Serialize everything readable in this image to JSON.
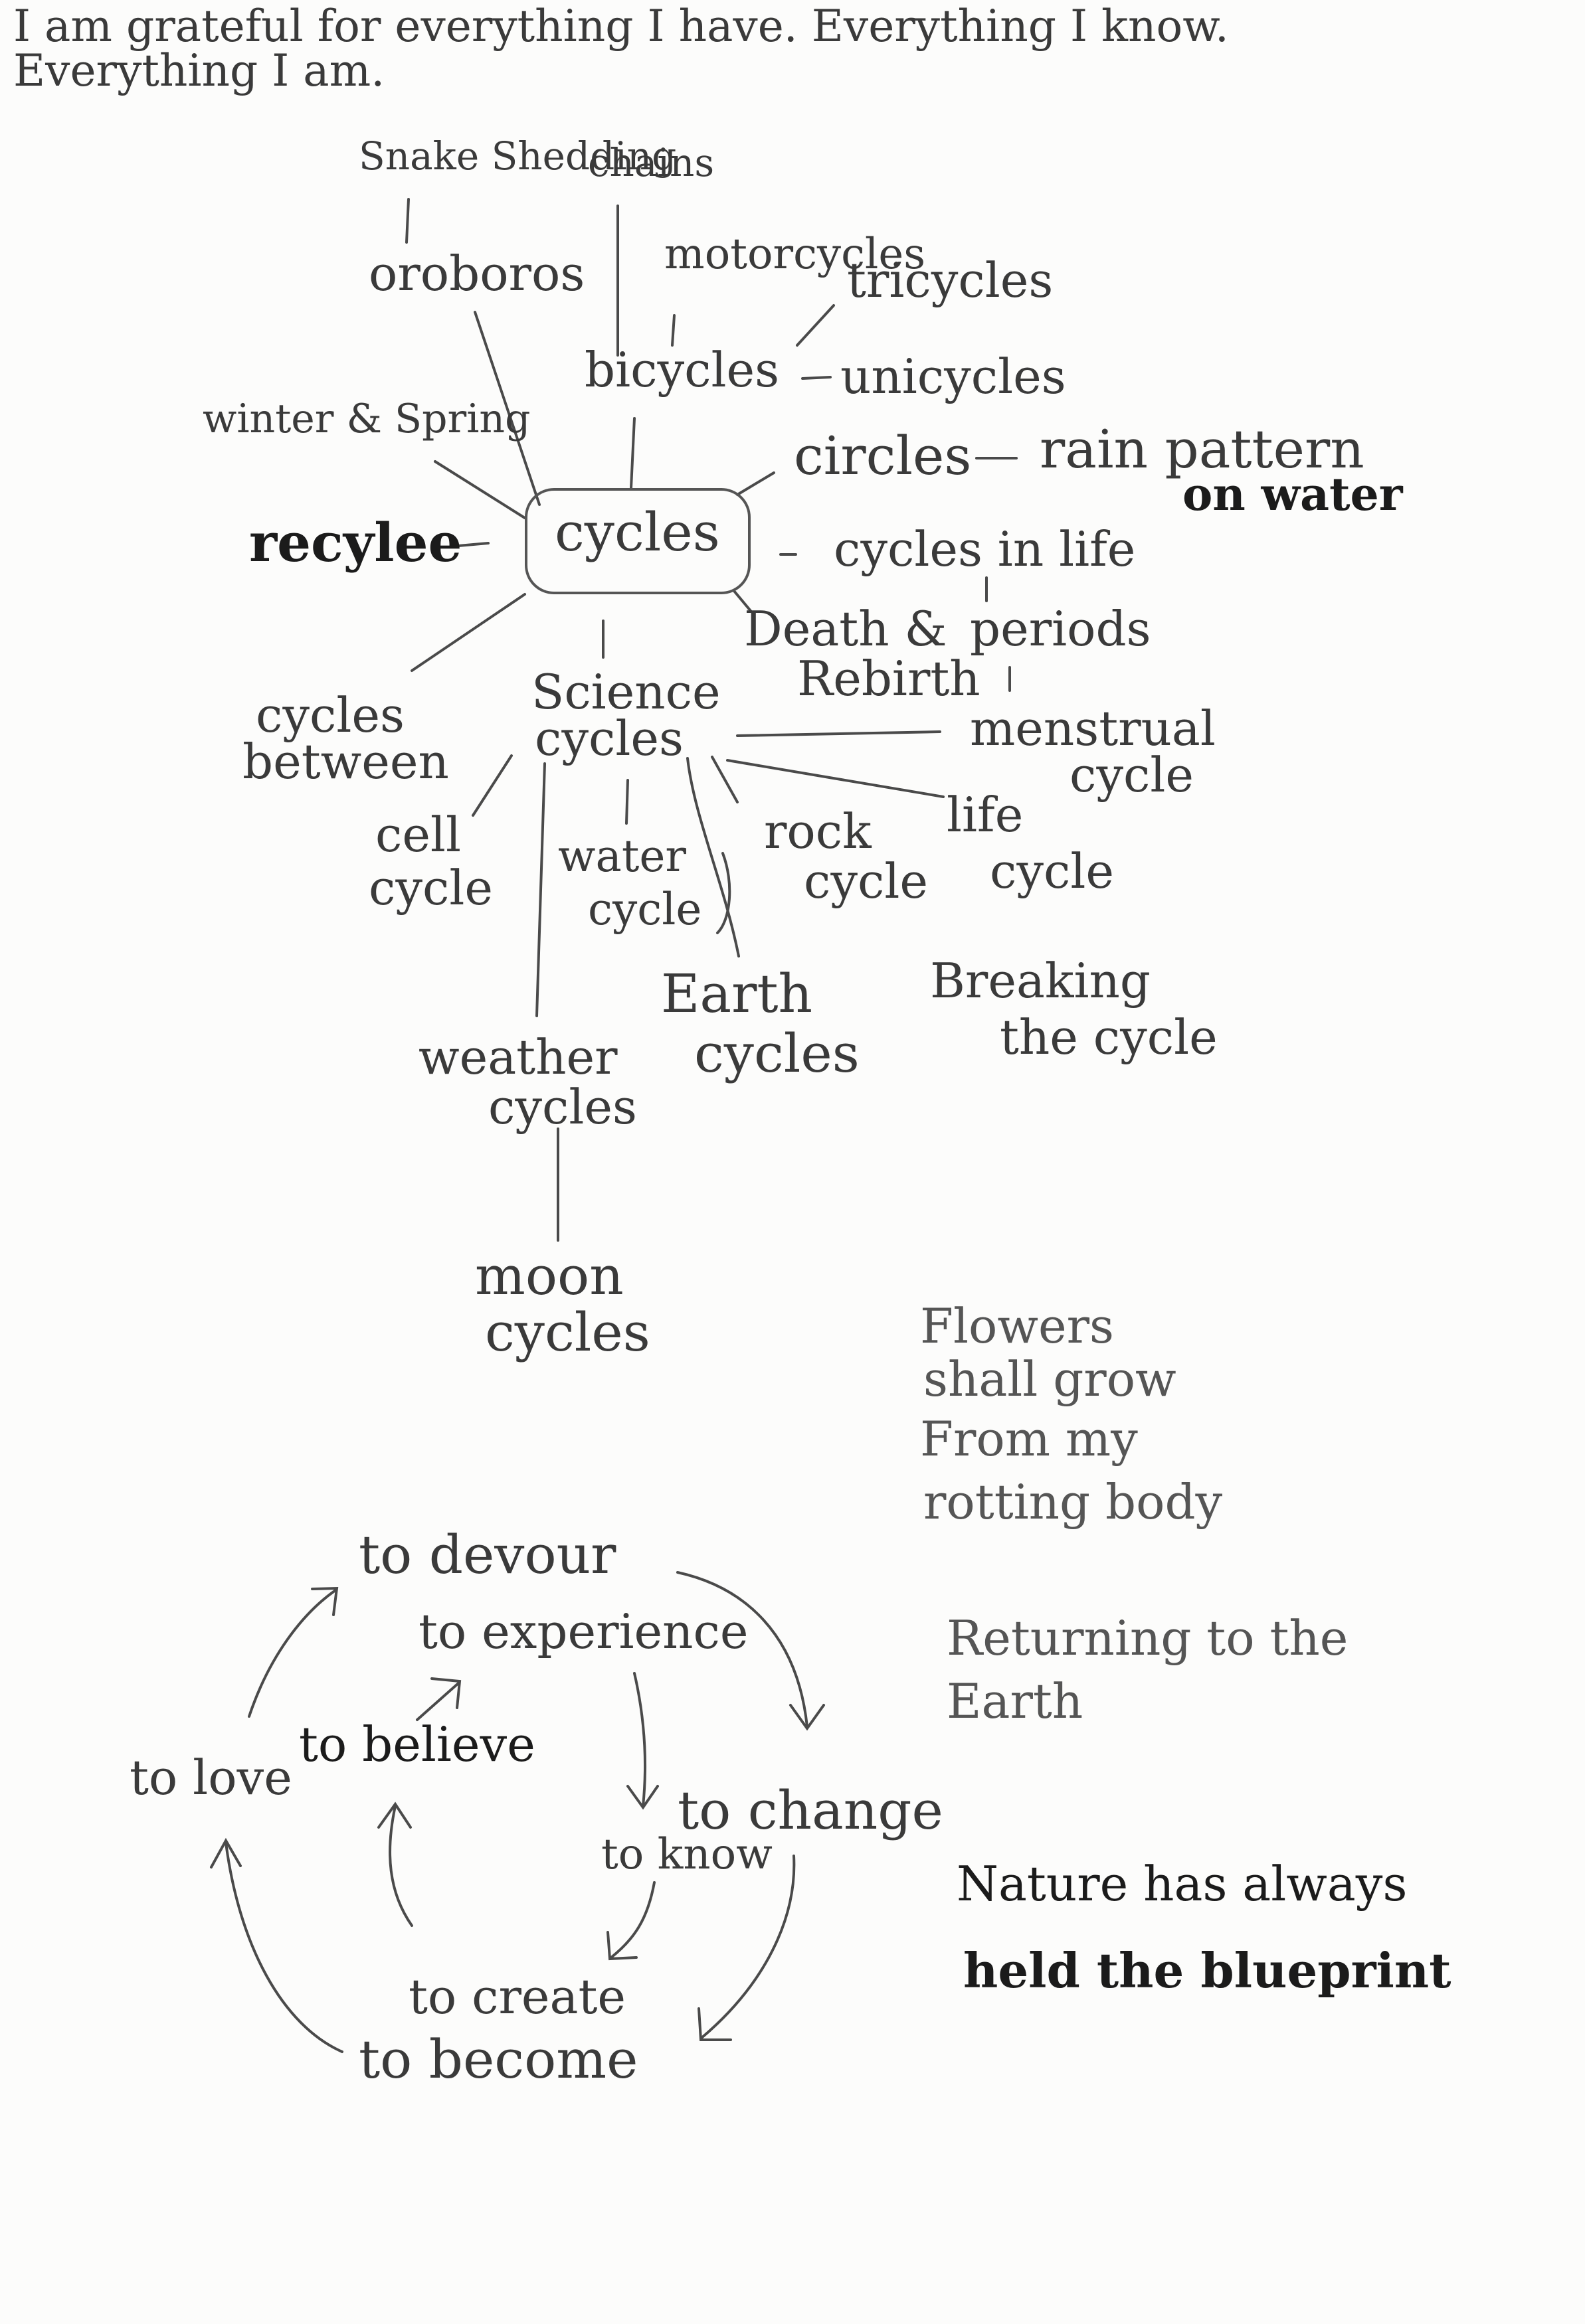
{
  "header": {
    "line1": "I am grateful for everything I have. Everything I know.",
    "line2": "Everything I am."
  },
  "mindmap": {
    "center": "cycles",
    "snake_shedding": "Snake Shedding",
    "chains": "chains",
    "oroboros": "oroboros",
    "motorcycles": "motorcycles",
    "tricycles": "tricycles",
    "bicycles": "bicycles",
    "unicycles": "unicycles",
    "winter_spring": "winter & Spring",
    "circles": "circles",
    "rain_pattern": "rain pattern",
    "on_water": "on water",
    "recycle": "recylee",
    "cycles_in_life": "cycles in life",
    "death_rebirth_1": "Death &",
    "death_rebirth_2": "Rebirth",
    "periods": "periods",
    "cycles_between_1": "cycles",
    "cycles_between_2": "between",
    "science_1": "Science",
    "science_2": "cycles",
    "menstrual_1": "menstrual",
    "menstrual_2": "cycle",
    "cell_1": "cell",
    "cell_2": "cycle",
    "water_1": "water",
    "water_2": "cycle",
    "rock_1": "rock",
    "rock_2": "cycle",
    "life_1": "life",
    "life_2": "cycle",
    "earth_1": "Earth",
    "earth_2": "cycles",
    "breaking_1": "Breaking",
    "breaking_2": "the cycle",
    "weather_1": "weather",
    "weather_2": "cycles",
    "moon_1": "moon",
    "moon_2": "cycles"
  },
  "notes": {
    "flowers_1": "Flowers",
    "flowers_2": "shall grow",
    "flowers_3": "From my",
    "flowers_4": "rotting body",
    "returning_1": "Returning to the",
    "returning_2": "Earth",
    "nature_1": "Nature has always",
    "nature_2": "held the blueprint"
  },
  "loop": {
    "devour": "to devour",
    "experience": "to experience",
    "believe": "to believe",
    "love": "to love",
    "change": "to change",
    "know": "to know",
    "create": "to create",
    "become": "to become"
  },
  "colors": {
    "ink": "#3a3a3a",
    "dark_ink": "#1b1b1b",
    "paper": "#fcfcfb"
  }
}
